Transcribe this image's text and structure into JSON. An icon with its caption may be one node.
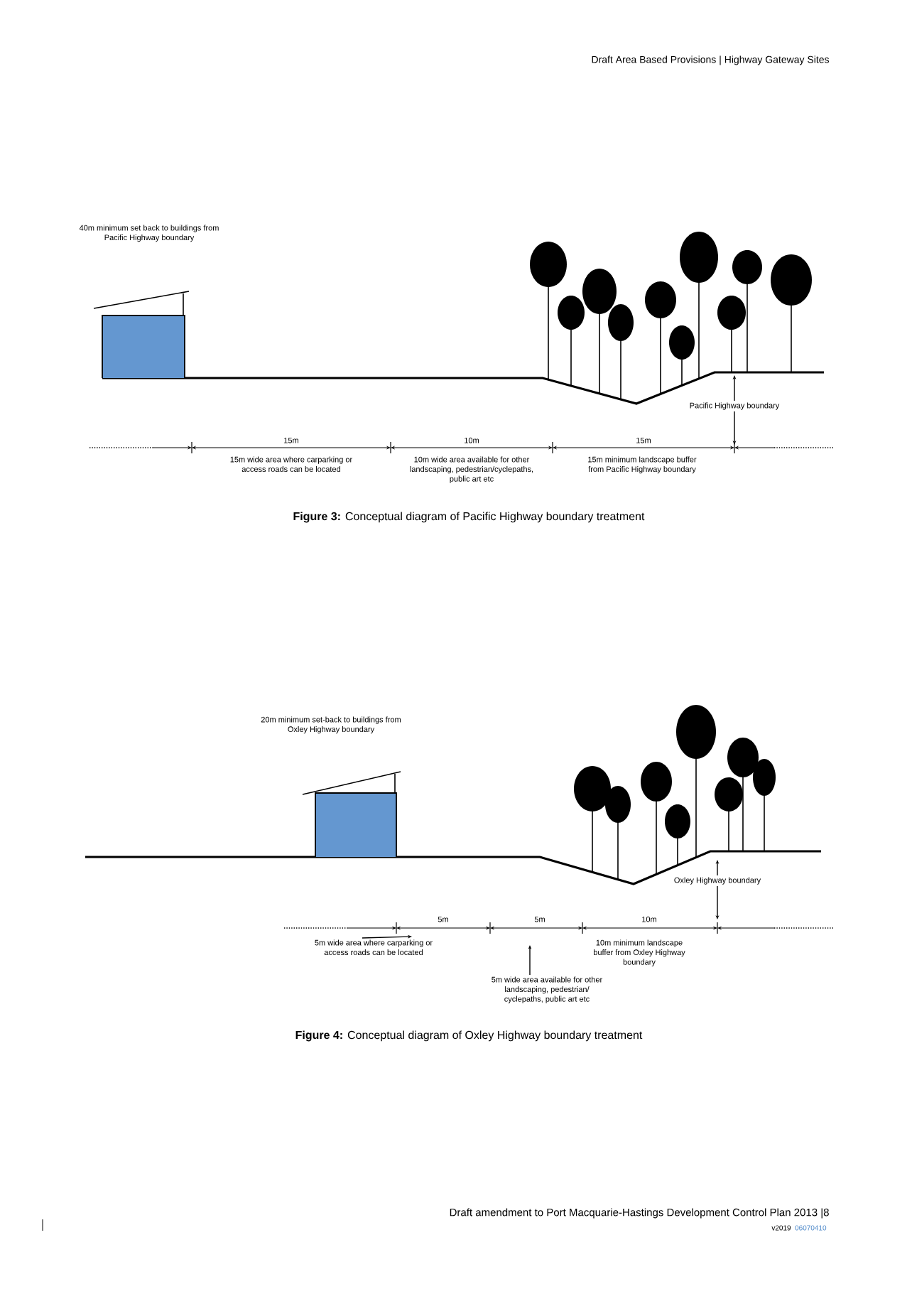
{
  "diagram": {
    "nodes": [
      {
        "text": [
          "Pacific Highway boundary"
        ]
      },
      {
        "text": [
          "Oxley Highway boundary"
        ]
      },
      {
        "text": [
          "5m wide area where carparking or access roads can be located"
        ]
      },
      {
        "text": [
          "5m wide area available for other landscaping, pedestrian/ cyclepaths, public art etc"
        ]
      }
    ],
    "edges": [
      {
        "from": 0,
        "to": null,
        "arrow": "to"
      },
      {
        "from": 0,
        "to": null,
        "arrow": "to"
      },
      {
        "from": 1,
        "to": null,
        "arrow": "to"
      },
      {
        "from": 1,
        "to": null,
        "arrow": "to"
      },
      {
        "from": 2,
        "to": null,
        "arrow": "to"
      },
      {
        "from": 3,
        "to": null,
        "arrow": "to"
      }
    ],
    "labels": [
      "Draft Area Based Provisions | Highway Gateway Sites",
      "40m minimum set back to buildings from Pacific Highway boundary",
      "15m",
      "10m",
      "15m",
      "15m wide area where carparking or access roads can be located",
      "10m wide area available for other landscaping, pedestrian/cyclepaths, public art etc",
      "15m minimum landscape buffer from Pacific Highway boundary",
      "**Figure 3:** Conceptual diagram of Pacific Highway boundary treatment",
      "20m minimum set-back to buildings from Oxley Highway boundary",
      "5m",
      "5m",
      "10m",
      "10m minimum landscape buffer from Oxley Highway boundary",
      "**Figure 4:** Conceptual diagram of Oxley Highway boundary treatment",
      "Draft amendment to Port Macquarie-Hastings Development Control Plan 2013 |8",
      "v2019",
      "06070410"
    ]
  }
}
